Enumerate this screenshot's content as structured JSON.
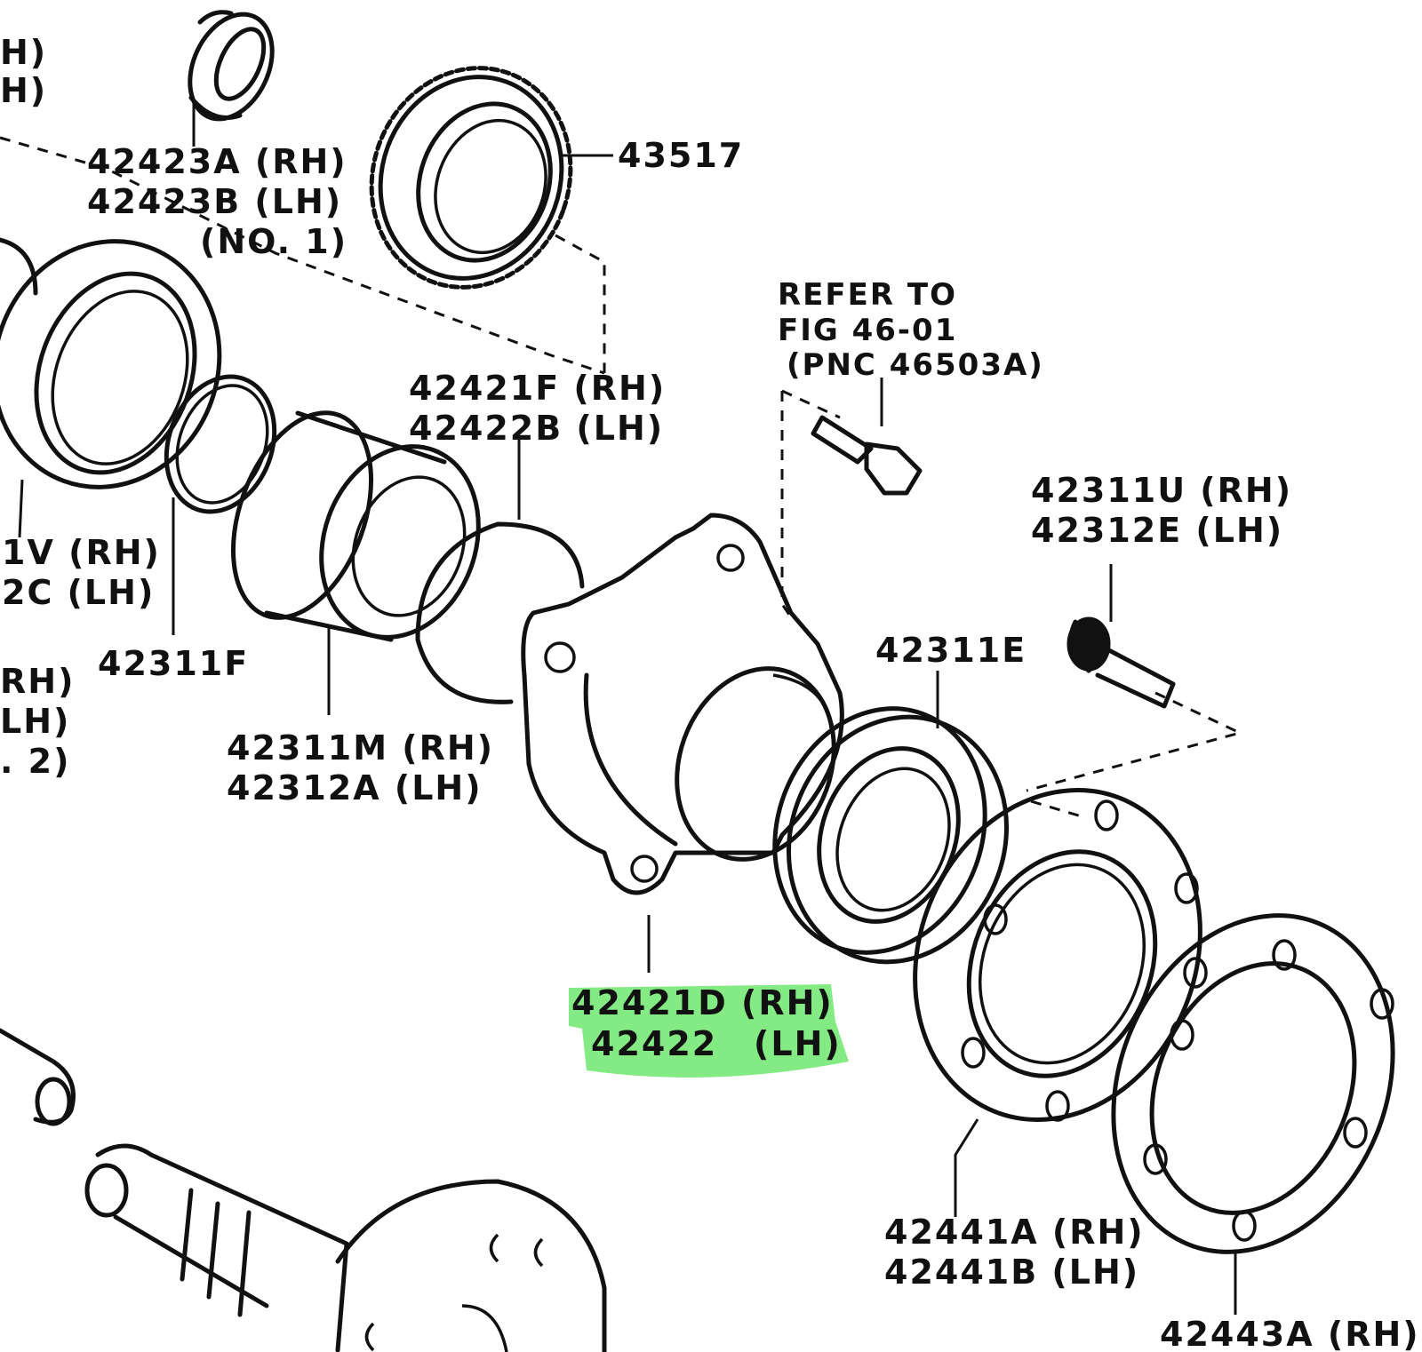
{
  "labels": {
    "frag_rh_a": "H)",
    "frag_lh_a": "H)",
    "oil_seal_rh": "42423A (RH)",
    "oil_seal_lh": "42423B (LH)",
    "oil_seal_no": "(NO. 1)",
    "rotor": "43517",
    "refer_1": "REFER TO",
    "refer_2": "FIG 46-01",
    "refer_3": "(PNC 46503A)",
    "snap_ring_rh": "42421F (RH)",
    "snap_ring_lh": "42422B (LH)",
    "hub_bolt_rh": "42311U (RH)",
    "hub_bolt_lh": "42312E (LH)",
    "frag_v_rh": "1V (RH)",
    "frag_c_lh": "2C (LH)",
    "spacer": "42311F",
    "frag_rh_b": "RH)",
    "frag_lh_b": "LH)",
    "frag_no2": ". 2)",
    "bearing_rh": "42311M (RH)",
    "bearing_lh": "42312A (LH)",
    "bearing_e": "42311E",
    "retainer_rh": "42421D (RH)",
    "retainer_lh": "42422",
    "retainer_lh_side": "(LH)",
    "gasket_rh": "42441A (RH)",
    "gasket_lh": "42441B (LH)",
    "plate_rh": "42443A (RH)"
  },
  "highlight_color": "#55e655",
  "line_color": "#111111"
}
